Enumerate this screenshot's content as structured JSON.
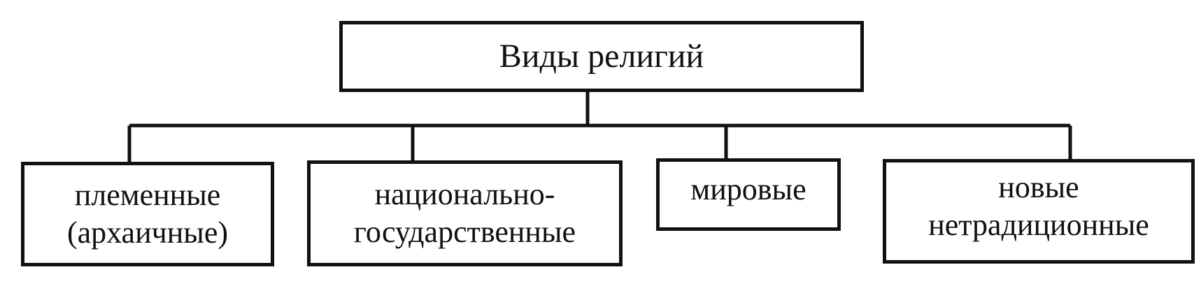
{
  "diagram": {
    "root": {
      "label": "Виды религий"
    },
    "children": [
      {
        "line1": "племенные",
        "line2": "(архаичные)"
      },
      {
        "line1": "национально-",
        "line2": "государственные"
      },
      {
        "line1": "мировые",
        "line2": ""
      },
      {
        "line1": "новые",
        "line2": "нетрадиционные"
      }
    ],
    "line_color": "#111111"
  }
}
